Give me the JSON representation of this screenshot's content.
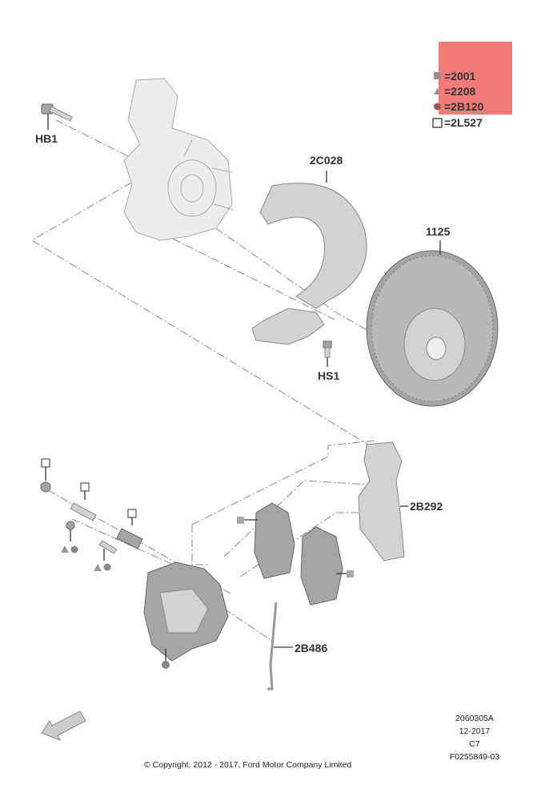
{
  "legend": {
    "highlight_color": "#f46b6b",
    "items": [
      {
        "symbol": "square-filled",
        "text": "=2001"
      },
      {
        "symbol": "triangle",
        "text": "=2208"
      },
      {
        "symbol": "circle",
        "text": "=2B120"
      },
      {
        "symbol": "square-outline",
        "text": "=2L527"
      }
    ]
  },
  "parts": {
    "hb1": "HB1",
    "shield": "2C028",
    "disc": "1125",
    "hs1": "HS1",
    "bracket": "2B292",
    "clip": "2B486"
  },
  "footer": {
    "code1": "2060305A",
    "date": "12-2017",
    "rev": "C7",
    "code2": "F0255849-03",
    "copyright": "© Copyright, 2012 - 2017, Ford Motor Company Limited"
  }
}
